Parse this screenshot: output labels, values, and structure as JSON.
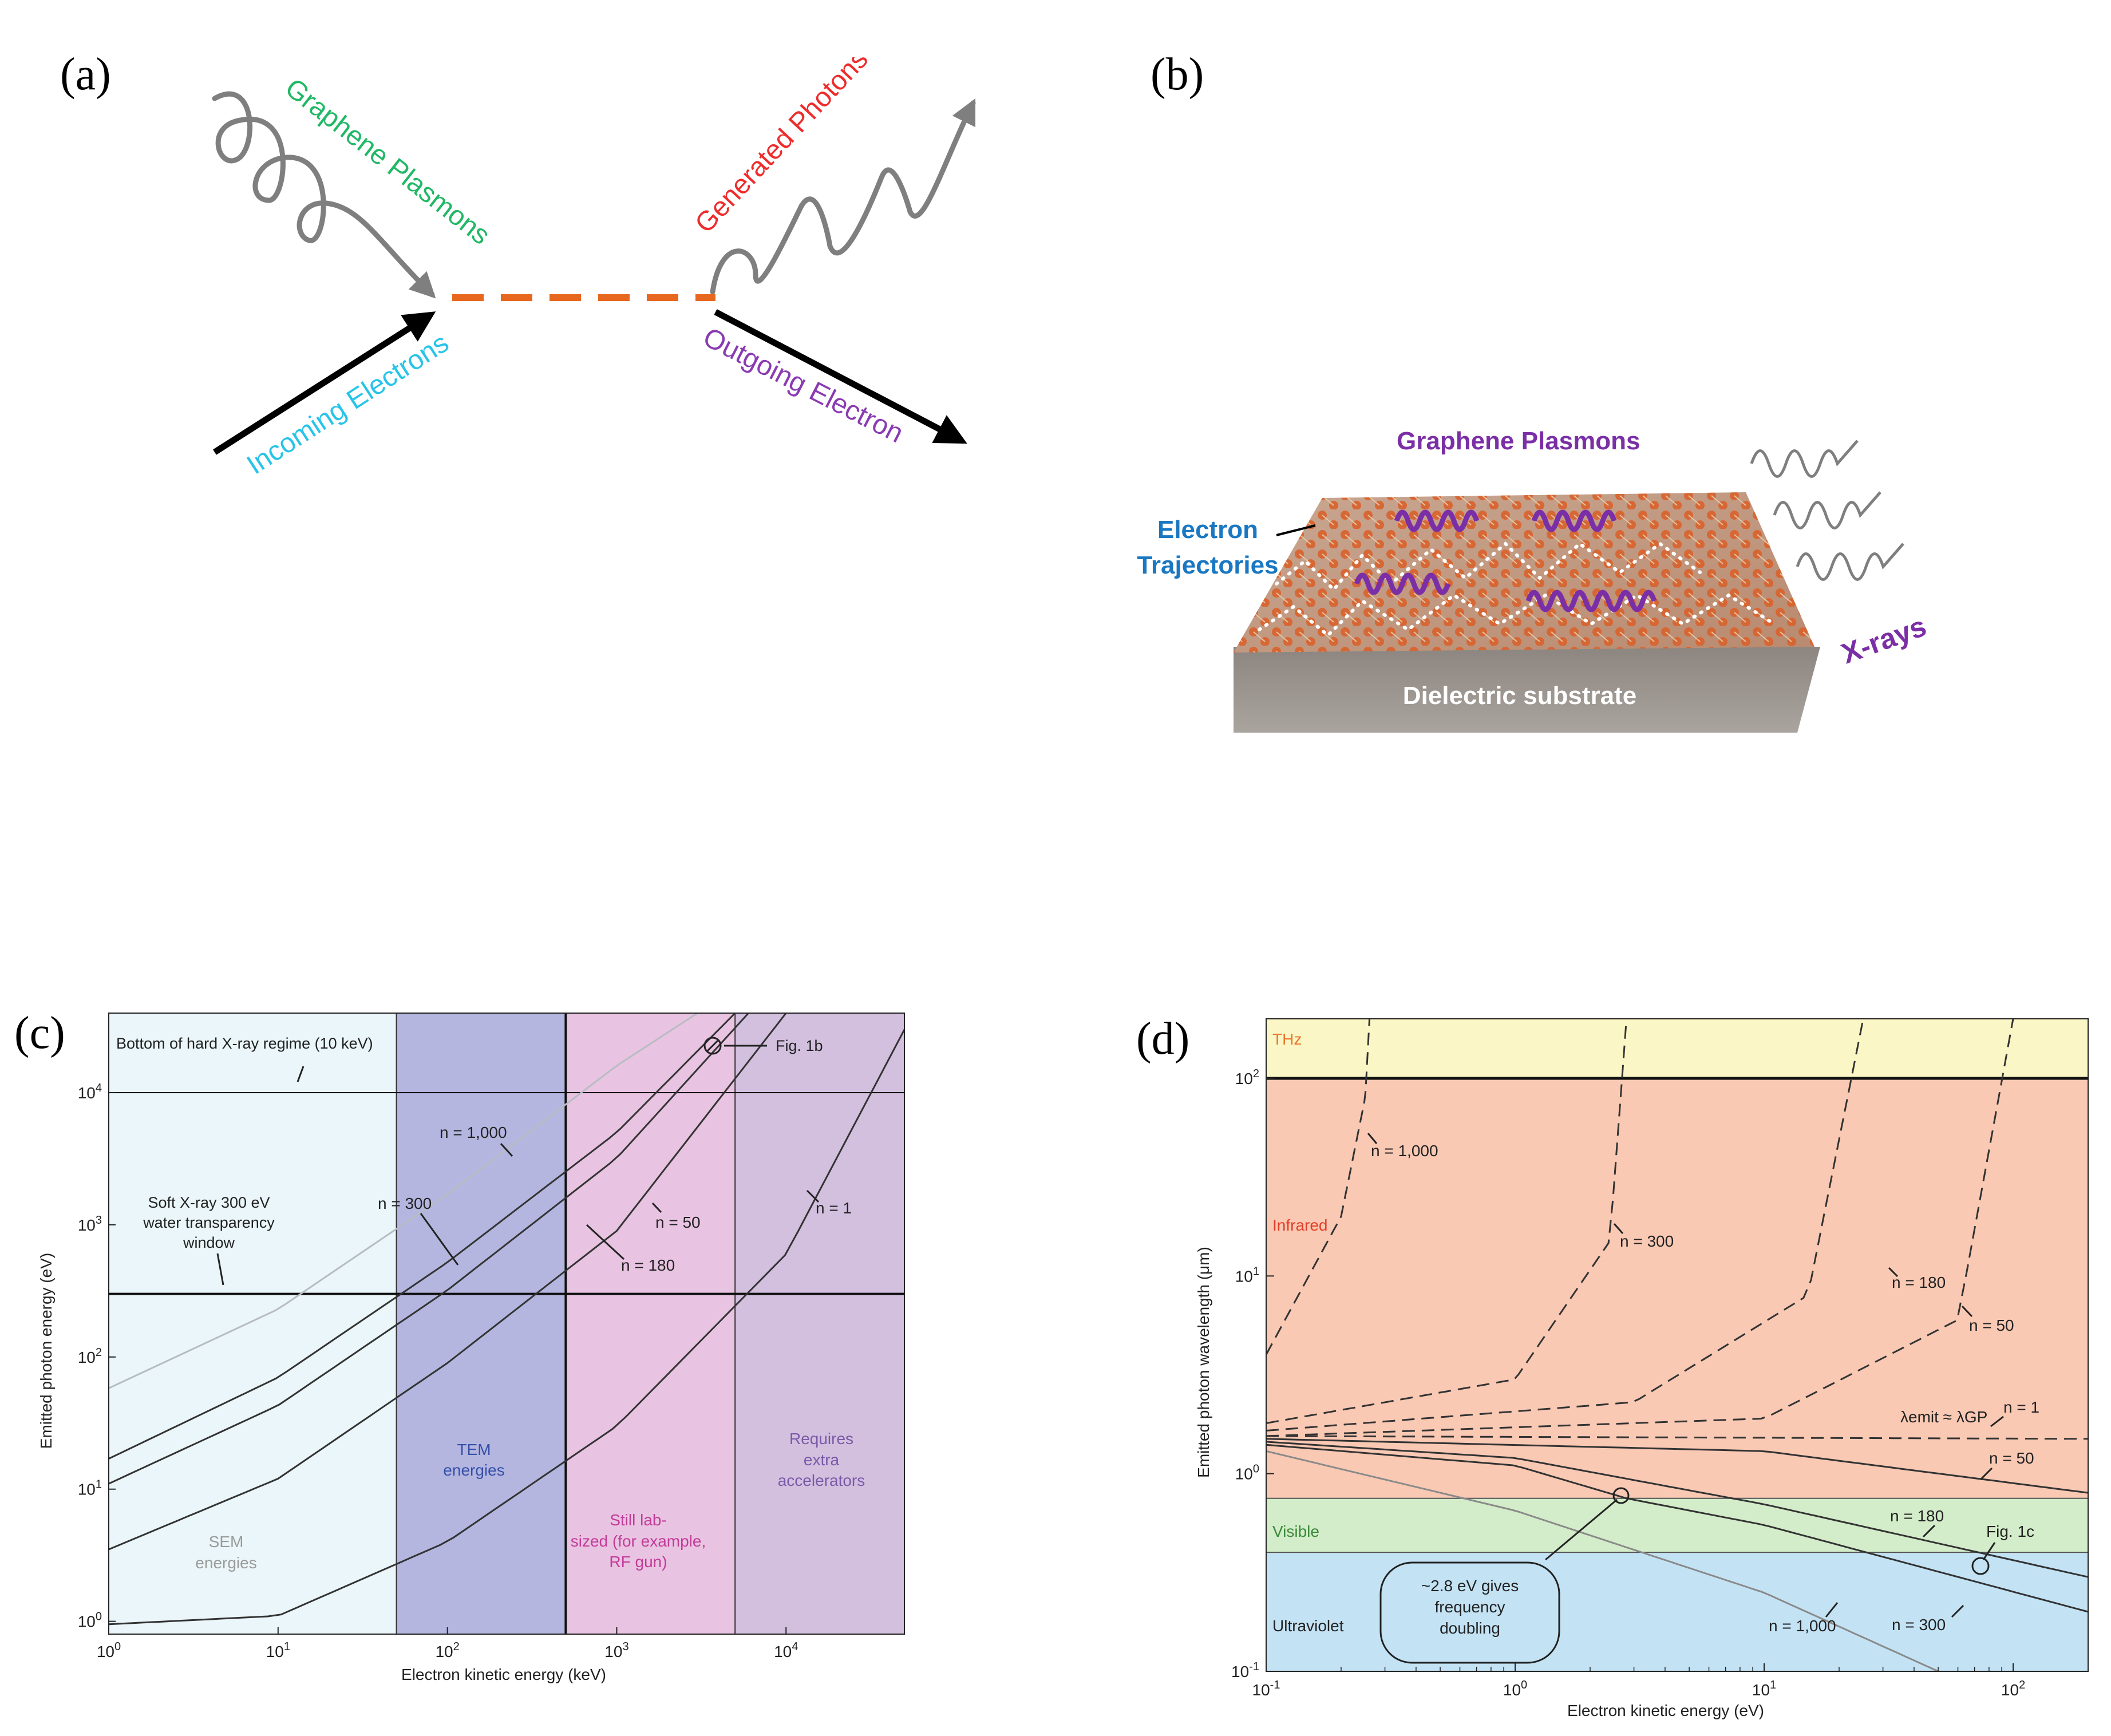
{
  "panels": {
    "a": {
      "label": "(a)",
      "graphene_plasmons": "Graphene Plasmons",
      "generated_photons": "Generated Photons",
      "incoming_electrons": "Incoming Electrons",
      "outgoing_electron": "Outgoing  Electron",
      "colors": {
        "plasmons": "#21b866",
        "photons": "#ee2c2c",
        "incoming": "#27c4e8",
        "outgoing": "#8a3bb2",
        "interaction": "#e8671f"
      }
    },
    "b": {
      "label": "(b)",
      "graphene_plasmons": "Graphene Plasmons",
      "electron_label_1": "Electron",
      "electron_label_2": "Trajectories",
      "substrate": "Dielectric substrate",
      "xrays": "X-rays",
      "colors": {
        "plasmons": "#7b2fa6",
        "electrons": "#1a78c2"
      }
    },
    "c": {
      "label": "(c)",
      "xlabel": "Electron kinetic energy (keV)",
      "ylabel": "Emitted photon energy (eV)",
      "annotations": {
        "hard_xray": "Bottom of hard X-ray regime (10 keV)",
        "soft_xray_1": "Soft X-ray 300 eV",
        "soft_xray_2": "water transparency",
        "soft_xray_3": "window",
        "fig1b": "Fig. 1b",
        "sem_1": "SEM",
        "sem_2": "energies",
        "tem_1": "TEM",
        "tem_2": "energies",
        "lab_1": "Still lab-",
        "lab_2": "sized (for example,",
        "lab_3": "RF gun)",
        "acc_1": "Requires",
        "acc_2": "extra",
        "acc_3": "accelerators",
        "n1000": "n = 1,000",
        "n300": "n = 300",
        "n180": "n = 180",
        "n50": "n = 50",
        "n1": "n = 1"
      },
      "regions": [
        {
          "name": "SEM energies",
          "from": 1,
          "to": 50,
          "color": "#eaf6f9"
        },
        {
          "name": "TEM energies",
          "from": 50,
          "to": 500,
          "color": "#b4b6e0"
        },
        {
          "name": "Still lab-sized",
          "from": 500,
          "to": 5000,
          "color": "#e9c4e2"
        },
        {
          "name": "Requires extra accelerators",
          "from": 5000,
          "to": 50000,
          "color": "#d3c0df"
        }
      ]
    },
    "d": {
      "label": "(d)",
      "xlabel": "Electron kinetic energy (eV)",
      "ylabel": "Emitted photon wavelength (μm)",
      "bands": {
        "thz": "THz",
        "infrared": "Infrared",
        "visible": "Visible",
        "ultraviolet": "Ultraviolet"
      },
      "annotations": {
        "n1000_top": "n = 1,000",
        "n300_top": "n = 300",
        "n180_top": "n = 180",
        "n50_top": "n = 50",
        "lambda": "λemit ≈ λGP",
        "n1": "n = 1",
        "n50_low": "n = 50",
        "n180_low": "n = 180",
        "fig1c": "Fig. 1c",
        "n300_low": "n = 300",
        "n1000_low": "n = 1,000",
        "box_1": "~2.8 eV gives",
        "box_2": "frequency",
        "box_3": "doubling"
      },
      "band_colors": {
        "thz": "#fbf6c6",
        "infrared": "#f9c9b4",
        "visible": "#d3ecc9",
        "ultraviolet": "#c3e3f5"
      }
    }
  },
  "chart_data": [
    {
      "type": "line",
      "panel": "c",
      "xlabel": "Electron kinetic energy (keV)",
      "ylabel": "Emitted photon energy (eV)",
      "xscale": "log",
      "yscale": "log",
      "xlim": [
        1,
        50000
      ],
      "ylim": [
        0.8,
        40000
      ],
      "xticks": [
        "10^0",
        "10^1",
        "10^2",
        "10^3",
        "10^4"
      ],
      "yticks": [
        "10^0",
        "10^1",
        "10^2",
        "10^3",
        "10^4"
      ],
      "reference_lines": [
        {
          "axis": "y",
          "value": 10000
        },
        {
          "axis": "y",
          "value": 300
        },
        {
          "axis": "x",
          "value": 500
        }
      ],
      "series": [
        {
          "name": "n = 1,000",
          "x": [
            1,
            10,
            100,
            1000,
            3000
          ],
          "y": [
            58,
            230,
            1700,
            16000,
            40000
          ]
        },
        {
          "name": "n = 300",
          "x": [
            1,
            10,
            100,
            1000,
            5000
          ],
          "y": [
            17,
            70,
            520,
            5000,
            40000
          ]
        },
        {
          "name": "n = 180",
          "x": [
            1,
            10,
            100,
            1000,
            6000
          ],
          "y": [
            11,
            43,
            320,
            3200,
            40000
          ]
        },
        {
          "name": "n = 50",
          "x": [
            1,
            10,
            100,
            1000,
            10000
          ],
          "y": [
            3.5,
            12,
            90,
            900,
            40000
          ]
        },
        {
          "name": "n = 1",
          "x": [
            1,
            10,
            100,
            1000,
            10000,
            50000
          ],
          "y": [
            0.95,
            1.1,
            4,
            30,
            600,
            30000
          ]
        }
      ]
    },
    {
      "type": "line",
      "panel": "d",
      "xlabel": "Electron kinetic energy (eV)",
      "ylabel": "Emitted photon wavelength (μm)",
      "xscale": "log",
      "yscale": "log",
      "xlim": [
        0.1,
        200
      ],
      "ylim": [
        0.1,
        200
      ],
      "xticks": [
        "10^-1",
        "10^0",
        "10^1",
        "10^2"
      ],
      "yticks": [
        "10^-1",
        "10^0",
        "10^1",
        "10^2"
      ],
      "bands": [
        {
          "name": "THz",
          "from": 100,
          "to": 200
        },
        {
          "name": "Infrared",
          "from": 0.75,
          "to": 100
        },
        {
          "name": "Visible",
          "from": 0.4,
          "to": 0.75
        },
        {
          "name": "Ultraviolet",
          "from": 0.1,
          "to": 0.4
        }
      ],
      "series": [
        {
          "name": "n = 1,000 (upper)",
          "style": "dashed",
          "x": [
            0.1,
            0.2,
            0.25,
            0.26
          ],
          "y": [
            4,
            20,
            80,
            200
          ]
        },
        {
          "name": "n = 300 (upper)",
          "style": "dashed",
          "x": [
            0.1,
            1,
            2.4,
            2.8
          ],
          "y": [
            1.8,
            3,
            15,
            200
          ]
        },
        {
          "name": "n = 180 (upper)",
          "style": "dashed",
          "x": [
            0.1,
            3,
            15,
            25
          ],
          "y": [
            1.65,
            2.3,
            8,
            200
          ]
        },
        {
          "name": "n = 50 (upper)",
          "style": "dashed",
          "x": [
            0.1,
            10,
            60,
            100
          ],
          "y": [
            1.55,
            1.9,
            6,
            200
          ]
        },
        {
          "name": "n = 1",
          "style": "dashed",
          "x": [
            0.1,
            200
          ],
          "y": [
            1.55,
            1.5
          ]
        },
        {
          "name": "n = 50 (lower)",
          "style": "solid",
          "x": [
            0.1,
            10,
            200
          ],
          "y": [
            1.5,
            1.3,
            0.8
          ]
        },
        {
          "name": "n = 180 (lower)",
          "style": "solid",
          "x": [
            0.1,
            1,
            10,
            200
          ],
          "y": [
            1.45,
            1.2,
            0.7,
            0.3
          ]
        },
        {
          "name": "n = 300 (lower)",
          "style": "solid",
          "x": [
            0.1,
            1,
            2.8,
            10,
            200
          ],
          "y": [
            1.4,
            1.1,
            0.75,
            0.55,
            0.2
          ]
        },
        {
          "name": "n = 1,000 (lower)",
          "style": "solid",
          "x": [
            0.1,
            1,
            10,
            50
          ],
          "y": [
            1.3,
            0.65,
            0.25,
            0.1
          ]
        }
      ]
    }
  ]
}
